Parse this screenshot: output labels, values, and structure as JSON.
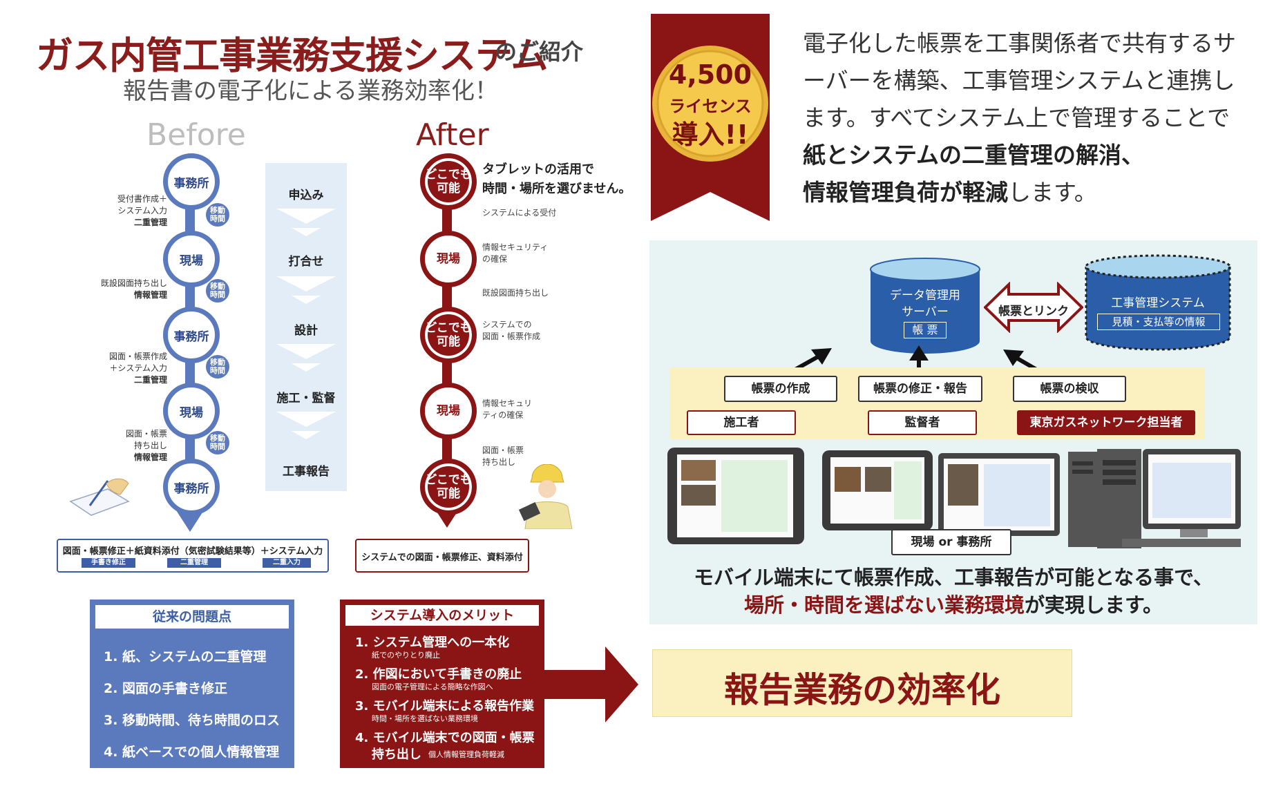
{
  "header": {
    "title_main": "ガス内管工事業務支援システム",
    "title_suffix": "のご紹介",
    "subtitle": "報告書の電子化による業務効率化！"
  },
  "badge": {
    "count": "4,500",
    "line2": "ライセンス",
    "line3": "導入!!"
  },
  "before": {
    "label": "Before",
    "nodes": [
      "事務所",
      "現場",
      "事務所",
      "現場",
      "事務所"
    ],
    "move": "移動\n時間",
    "move_l1": "移動",
    "move_l2": "時間",
    "notes": [
      {
        "l1": "受付書作成＋",
        "l2": "システム入力",
        "l3": "二重管理"
      },
      {
        "l1": "既設図面持ち出し",
        "l2": "情報管理"
      },
      {
        "l1": "図面・帳票作成",
        "l2": "＋システム入力",
        "l3": "二重管理"
      },
      {
        "l1": "図面・帳票",
        "l2": "持ち出し",
        "l3": "情報管理"
      }
    ],
    "bottom_box": "図面・帳票修正＋紙資料添付（気密試験結果等）＋システム入力",
    "tags": [
      "手書き修正",
      "二重管理",
      "二重入力"
    ]
  },
  "steps": [
    "申込み",
    "打合せ",
    "設計",
    "施工・監督",
    "工事報告"
  ],
  "after": {
    "label": "After",
    "anywhere_l1": "どこでも",
    "anywhere_l2": "可能",
    "site": "現場",
    "headline_l1": "タブレットの活用で",
    "headline_l2": "時間・場所を選びません。",
    "notes": [
      {
        "l1": "システムによる受付"
      },
      {
        "l1": "情報セキュリティ",
        "l2": "の確保"
      },
      {
        "l1": "既設図面持ち出し"
      },
      {
        "l1": "システムでの",
        "l2": "図面・帳票作成"
      },
      {
        "l1": "情報セキュリ",
        "l2": "ティの確保"
      },
      {
        "l1": "図面・帳票",
        "l2": "持ち出し"
      }
    ],
    "bottom_box": "システムでの図面・帳票修正、資料添付"
  },
  "problems": {
    "header": "従来の問題点",
    "items": [
      "1. 紙、システムの二重管理",
      "2. 図面の手書き修正",
      "3. 移動時間、待ち時間のロス",
      "4. 紙ベースでの個人情報管理"
    ]
  },
  "merits": {
    "header": "システム導入のメリット",
    "items": [
      {
        "main": "1. システム管理への一本化",
        "sub": "紙でのやりとり廃止"
      },
      {
        "main": "2. 作図において手書きの廃止",
        "sub": "図面の電子管理による簡略な作図へ"
      },
      {
        "main": "3. モバイル端末による報告作業",
        "sub": "時間・場所を選ばない業務環境"
      },
      {
        "main_l1": "4. モバイル端末での図面・帳票",
        "main_l2": "持ち出し",
        "sub": "個人情報管理負荷軽減"
      }
    ]
  },
  "result": "報告業務の効率化",
  "description": {
    "p1": "電子化した帳票を工事関係者で共有するサーバーを構築、工事管理システムと連携します。すべてシステム上で管理することで",
    "bold1": "紙とシステムの二重管理の解消、",
    "bold2": "情報管理負荷が軽減",
    "p2": "します。"
  },
  "system": {
    "server_l1": "データ管理用",
    "server_l2": "サーバー",
    "server_tag": "帳 票",
    "link": "帳票とリンク",
    "mgmt_title": "工事管理システム",
    "mgmt_tag": "見積・支払等の情報",
    "actions": [
      "帳票の作成",
      "帳票の修正・報告",
      "帳票の検収"
    ],
    "roles": [
      "施工者",
      "監督者",
      "東京ガスネットワーク担当者"
    ],
    "place": "現場 or 事務所",
    "mobile_l1": "モバイル端末にて帳票作成、工事報告が可能となる事で、",
    "mobile_red": "場所・時間を選ばない業務環境",
    "mobile_tail": "が実現します。"
  },
  "colors": {
    "blue": "#5b79bd",
    "red": "#8b1414",
    "gold": "#e9b43a",
    "yellow": "#fbf0c0"
  }
}
